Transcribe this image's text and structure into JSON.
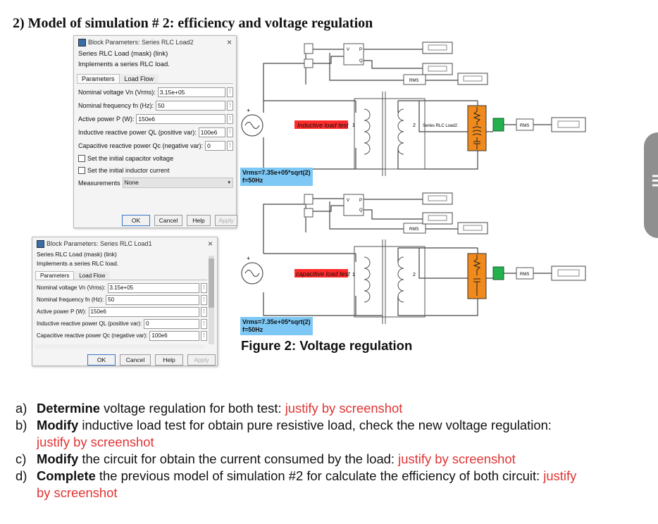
{
  "heading": "2)  Model of simulation # 2: efficiency and voltage regulation",
  "dialog1": {
    "title": "Block Parameters: Series RLC Load2",
    "subtitle": "Series RLC Load (mask) (link)",
    "description": "Implements a series RLC load.",
    "tabs": [
      "Parameters",
      "Load Flow"
    ],
    "params": [
      {
        "label": "Nominal voltage Vn (Vrms):",
        "value": "3.15e+05"
      },
      {
        "label": "Nominal frequency fn (Hz):",
        "value": "50"
      },
      {
        "label": "Active power P (W):",
        "value": "150e6"
      },
      {
        "label": "Inductive reactive power QL (positive var):",
        "value": "100e6"
      },
      {
        "label": "Capacitive reactive power Qc (negative var):",
        "value": "0"
      }
    ],
    "checkboxes": [
      "Set the initial capacitor voltage",
      "Set the initial inductor current"
    ],
    "measurements_label": "Measurements",
    "measurements_value": "None",
    "buttons": {
      "ok": "OK",
      "cancel": "Cancel",
      "help": "Help",
      "apply": "Apply"
    }
  },
  "dialog2": {
    "title": "Block Parameters: Series RLC Load1",
    "subtitle": "Series RLC Load (mask) (link)",
    "description": "Implements a series RLC load.",
    "tabs": [
      "Parameters",
      "Load Flow"
    ],
    "params": [
      {
        "label": "Nominal voltage Vn (Vrms):",
        "value": "3.15e+05"
      },
      {
        "label": "Nominal frequency fn (Hz):",
        "value": "50"
      },
      {
        "label": "Active power P (W):",
        "value": "150e6"
      },
      {
        "label": "Inductive reactive power QL (positive var):",
        "value": "0"
      },
      {
        "label": "Capacitive reactive power Qc (negative var):",
        "value": "100e6"
      }
    ],
    "buttons": {
      "ok": "OK",
      "cancel": "Cancel",
      "help": "Help",
      "apply": "Apply"
    }
  },
  "diagram": {
    "top": {
      "load_label": "Inductive load test",
      "series_label": "Series RLC Load2",
      "source_label": "Vrms=7.35e+05*sqrt(2)",
      "freq_label": "f=50Hz"
    },
    "bottom": {
      "load_label": "capacitive load test",
      "source_label": "Vrms=7.35e+05*sqrt(2)",
      "freq_label": "f=50Hz"
    },
    "rms": "RMS",
    "port1": "1",
    "port2": "2",
    "plus": "+",
    "scope_v": "V",
    "scope_p": "P",
    "scope_q": "Q",
    "colors": {
      "load_red": "#ff2b2b",
      "rlc_orange": "#f08a1c",
      "green_block": "#22b14c",
      "source_blue": "#7ec8f5"
    }
  },
  "figure_caption": "Figure 2: Voltage regulation",
  "questions": [
    {
      "marker": "a)",
      "bold": "Determine",
      "text": " voltage regulation for both test: ",
      "red": "justify by screenshot",
      "cont": ""
    },
    {
      "marker": "b)",
      "bold": "Modify",
      "text": " inductive load test for obtain pure resistive load, check the new voltage regulation:",
      "red": "",
      "cont": "justify by screenshot"
    },
    {
      "marker": "c)",
      "bold": "Modify",
      "text": " the circuit for obtain the current consumed by the load: ",
      "red": "justify by screenshot",
      "cont": ""
    },
    {
      "marker": "d)",
      "bold": "Complete",
      "text": " the previous model of simulation #2 for calculate the efficiency of both circuit: ",
      "red": "justify",
      "cont": "by screenshot"
    }
  ]
}
